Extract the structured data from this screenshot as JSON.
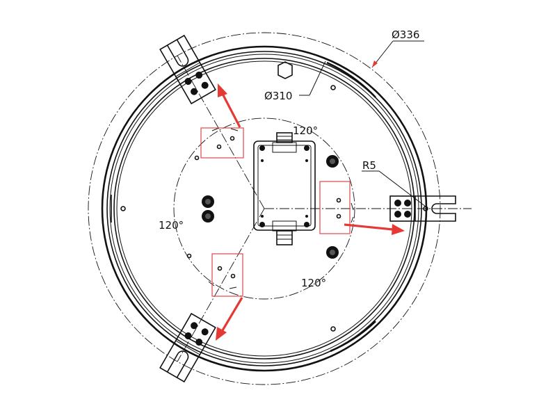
{
  "dimensions": {
    "outer_diameter": "Ø336",
    "inner_diameter": "Ø310",
    "radius": "R5",
    "angle_top": "120°",
    "angle_left": "120°",
    "angle_bottom": "120°"
  },
  "colors": {
    "line": "#111111",
    "highlight_box": "#e04545",
    "arrow": "#e53935"
  }
}
